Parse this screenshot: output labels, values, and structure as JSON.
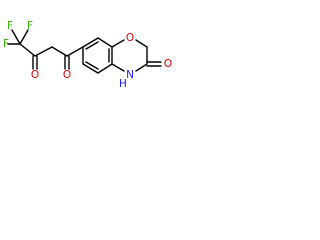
{
  "molecule": {
    "colors": {
      "oxygen": "#e00000",
      "nitrogen": "#1a1aff",
      "fluorine": "#33b300",
      "bond": "#000000",
      "background": "#ffffff"
    },
    "atoms": {
      "f_top_left": "F",
      "f_top_right": "F",
      "f_left": "F",
      "o_keto_left": "O",
      "o_keto_right": "O",
      "o_ring": "O",
      "o_lactam": "O",
      "n_ring": "N",
      "n_h": "H"
    }
  }
}
